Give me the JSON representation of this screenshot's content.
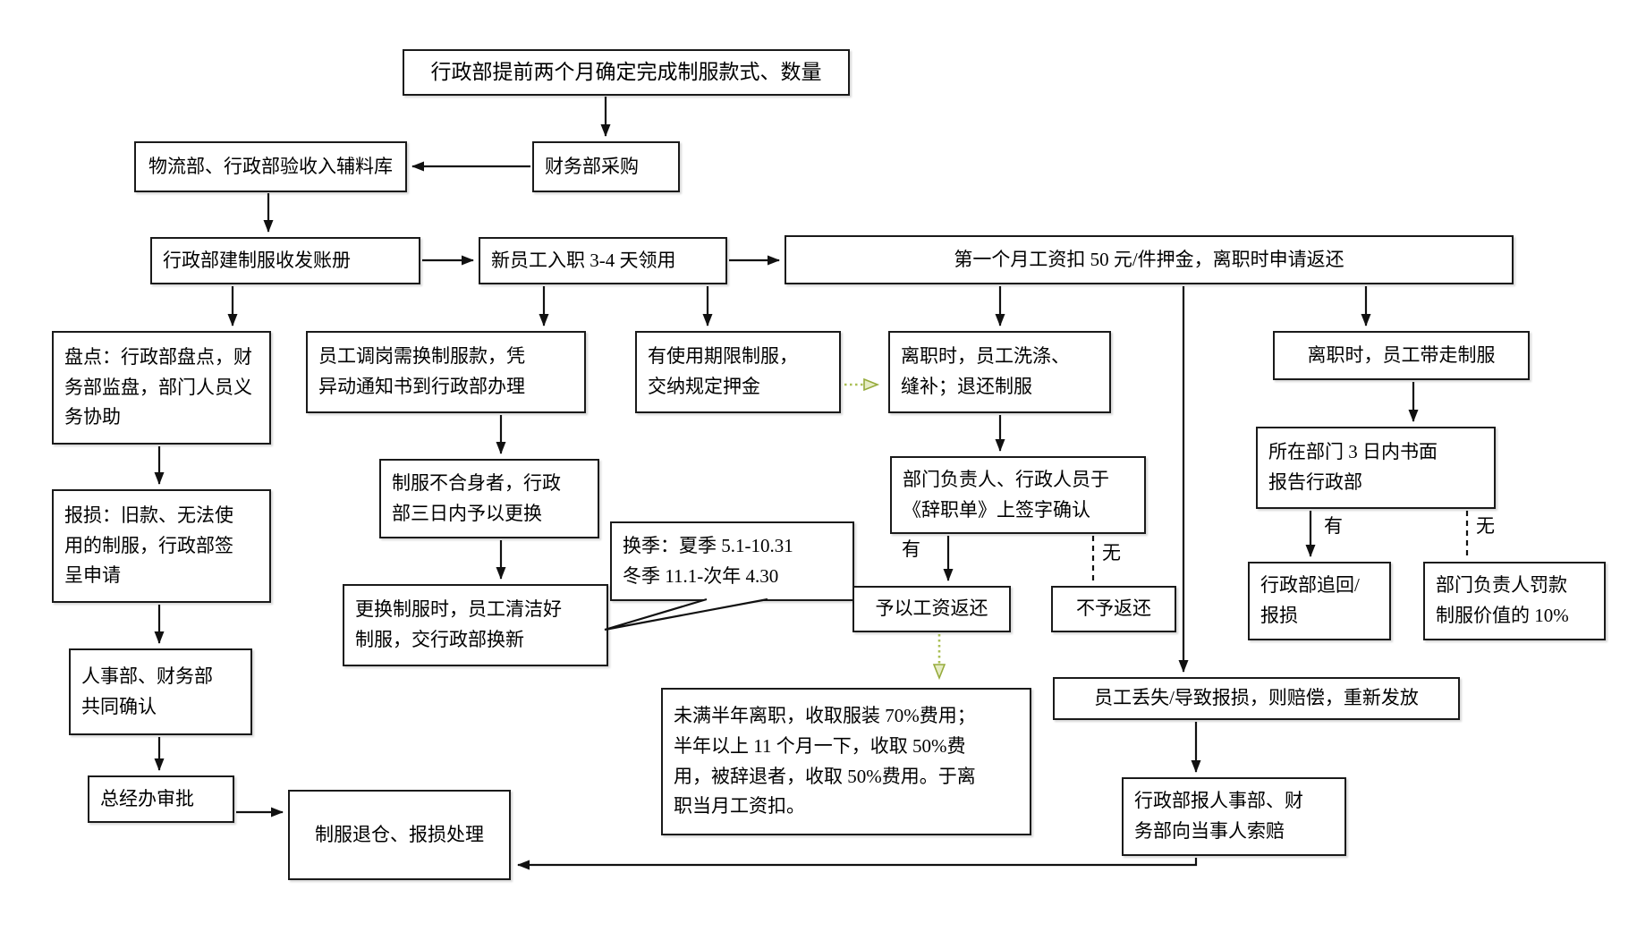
{
  "nodes": {
    "determine": {
      "text": "行政部提前两个月确定完成制服款式、数量"
    },
    "receive": {
      "text": "物流部、行政部验收入辅料库"
    },
    "purchase": {
      "text": "财务部采购"
    },
    "ledger": {
      "text": "行政部建制服收发账册"
    },
    "newstaff": {
      "text": "新员工入职 3-4 天领用"
    },
    "deposit": {
      "text": "第一个月工资扣 50 元/件押金，离职时申请返还"
    },
    "inventory": {
      "lines": [
        "盘点：行政部盘点，财",
        "务部监盘，部门人员义",
        "务协助"
      ]
    },
    "transfer": {
      "lines": [
        "员工调岗需换制服款，凭",
        "异动通知书到行政部办理"
      ]
    },
    "period": {
      "lines": [
        "有使用期限制服，",
        "交纳规定押金"
      ]
    },
    "wash": {
      "lines": [
        "离职时，员工洗涤、",
        "缝补；退还制服"
      ]
    },
    "takeaway": {
      "text": "离职时，员工带走制服"
    },
    "damage": {
      "lines": [
        "报损：旧款、无法使",
        "用的制服，行政部签",
        "呈申请"
      ]
    },
    "unfit": {
      "lines": [
        "制服不合身者，行政",
        "部三日内予以更换"
      ]
    },
    "sign": {
      "lines": [
        "部门负责人、行政人员于",
        "《辞职单》上签字确认"
      ]
    },
    "deptreport": {
      "lines": [
        "所在部门 3 日内书面",
        "报告行政部"
      ]
    },
    "season": {
      "lines": [
        "换季：夏季 5.1-10.31",
        "冬季 11.1-次年 4.30"
      ]
    },
    "swap": {
      "lines": [
        "更换制服时，员工清洁好",
        "制服，交行政部换新"
      ]
    },
    "refund": {
      "text": "予以工资返还"
    },
    "norefund": {
      "text": "不予返还"
    },
    "recover": {
      "lines": [
        "行政部追回/",
        "报损"
      ]
    },
    "fine": {
      "lines": [
        "部门负责人罚款",
        "制服价值的 10%"
      ]
    },
    "fees": {
      "lines": [
        "未满半年离职，收取服装 70%费用；",
        "半年以上 11 个月一下，收取 50%费",
        "用，被辞退者，收取 50%费用。于离",
        "职当月工资扣。"
      ]
    },
    "lost": {
      "text": "员工丢失/导致报损，则赔偿，重新发放"
    },
    "claim": {
      "lines": [
        "行政部报人事部、财",
        "务部向当事人索赔"
      ]
    },
    "confirm": {
      "lines": [
        "人事部、财务部",
        "共同确认"
      ]
    },
    "approve": {
      "text": "总经办审批"
    },
    "uniformreturn": {
      "text": "制服退仓、报损处理"
    }
  },
  "edge_labels": {
    "sign_yes": "有",
    "sign_no": "无",
    "report_yes": "有",
    "report_no": "无"
  },
  "colors": {
    "line": "#111111",
    "green": "#aabf55",
    "box_border": "#1a1a1a",
    "background": "#ffffff"
  }
}
